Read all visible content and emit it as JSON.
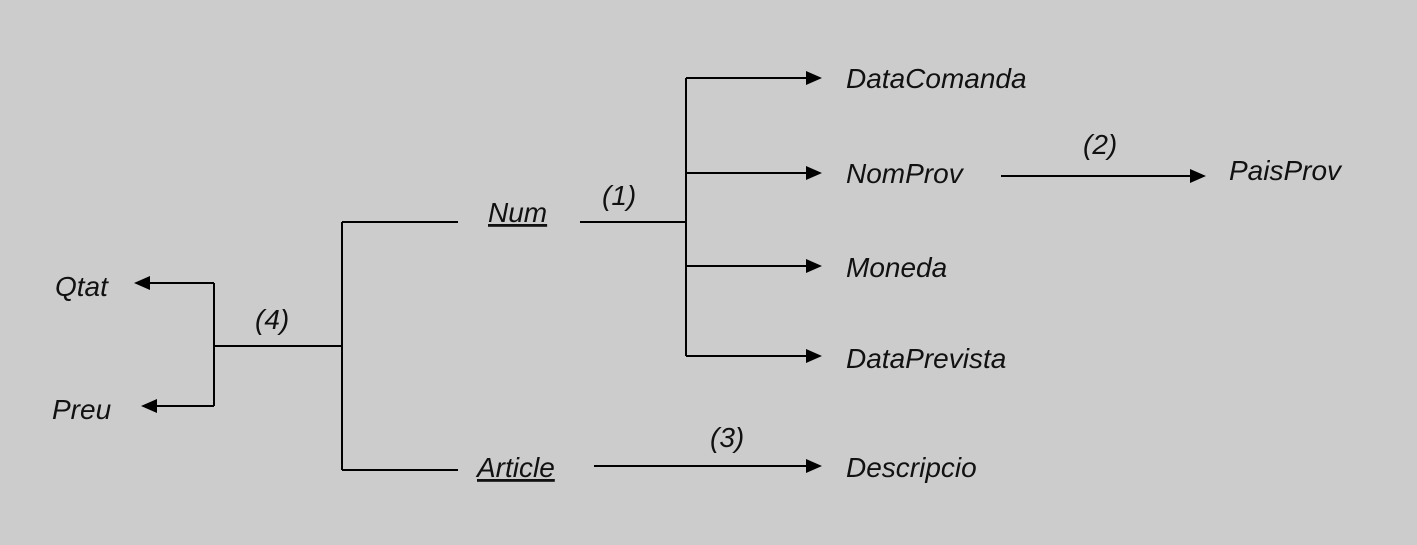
{
  "diagram": {
    "background": "#cccccc",
    "line_color": "#000000",
    "keys": {
      "num": "Num",
      "article": "Article"
    },
    "attributes": {
      "data_comanda": "DataComanda",
      "nom_prov": "NomProv",
      "moneda": "Moneda",
      "data_prevista": "DataPrevista",
      "pais_prov": "PaisProv",
      "descripcio": "Descripcio",
      "qtat": "Qtat",
      "preu": "Preu"
    },
    "dependency_labels": {
      "d1": "(1)",
      "d2": "(2)",
      "d3": "(3)",
      "d4": "(4)"
    }
  }
}
